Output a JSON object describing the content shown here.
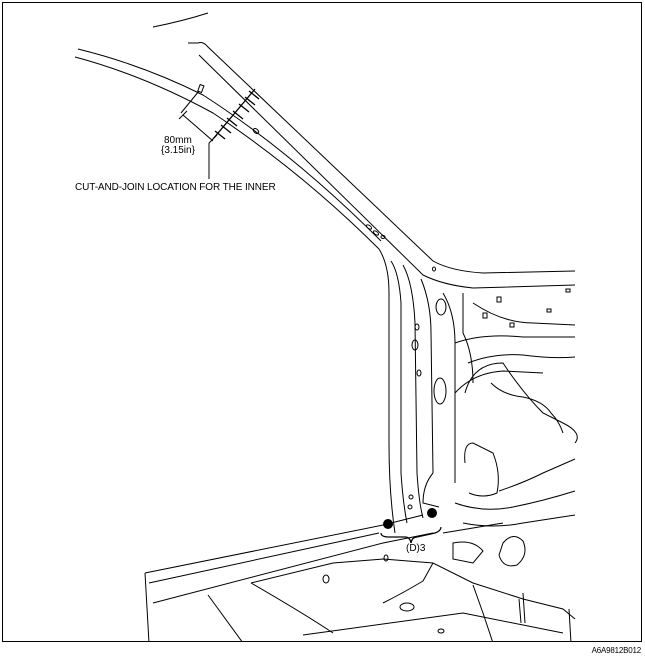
{
  "labels": {
    "dimension_mm": "80mm",
    "dimension_in": "{3.15in}",
    "cut_location": "CUT-AND-JOIN LOCATION FOR THE INNER",
    "weld_points": "(D)3",
    "figure_code": "A6A9812B012"
  },
  "colors": {
    "line": "#000000",
    "background": "#ffffff"
  }
}
